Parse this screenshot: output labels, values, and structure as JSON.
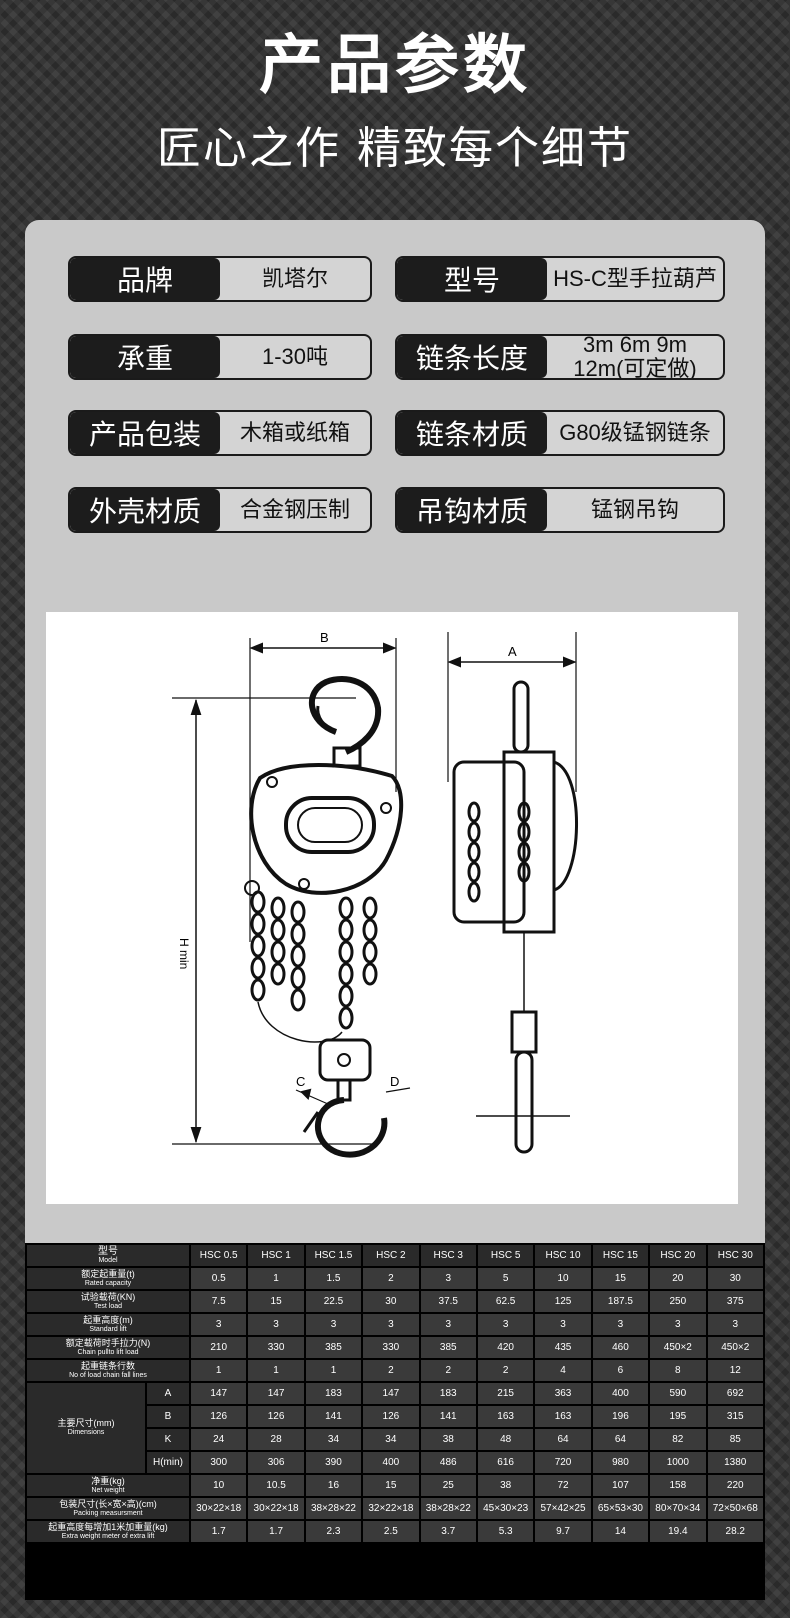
{
  "header": {
    "title": "产品参数",
    "subtitle": "匠心之作 精致每个细节"
  },
  "specs": [
    {
      "label": "品牌",
      "value": "凯塔尔"
    },
    {
      "label": "型号",
      "value": "HS-C型手拉葫芦"
    },
    {
      "label": "承重",
      "value": "1-30吨"
    },
    {
      "label": "链条长度",
      "value": "3m 6m 9m\n12m(可定做)"
    },
    {
      "label": "产品包装",
      "value": "木箱或纸箱"
    },
    {
      "label": "链条材质",
      "value": "G80级锰钢链条"
    },
    {
      "label": "外壳材质",
      "value": "合金钢压制"
    },
    {
      "label": "吊钩材质",
      "value": "锰钢吊钩"
    }
  ],
  "drawing": {
    "labels": {
      "b": "B",
      "a": "A",
      "h": "H min",
      "c": "C",
      "d": "D"
    }
  },
  "table": {
    "model_cn": "型号",
    "model_en": "Model",
    "models": [
      "HSC 0.5",
      "HSC 1",
      "HSC 1.5",
      "HSC 2",
      "HSC 3",
      "HSC 5",
      "HSC 10",
      "HSC 15",
      "HSC 20",
      "HSC 30"
    ],
    "rows": [
      {
        "cn": "额定起重量(t)",
        "en": "Rated capacity",
        "values": [
          "0.5",
          "1",
          "1.5",
          "2",
          "3",
          "5",
          "10",
          "15",
          "20",
          "30"
        ]
      },
      {
        "cn": "试验载荷(KN)",
        "en": "Test load",
        "values": [
          "7.5",
          "15",
          "22.5",
          "30",
          "37.5",
          "62.5",
          "125",
          "187.5",
          "250",
          "375"
        ]
      },
      {
        "cn": "起重高度(m)",
        "en": "Standard lift",
        "values": [
          "3",
          "3",
          "3",
          "3",
          "3",
          "3",
          "3",
          "3",
          "3",
          "3"
        ]
      },
      {
        "cn": "额定载荷时手拉力(N)",
        "en": "Chain pullto lift load",
        "values": [
          "210",
          "330",
          "385",
          "330",
          "385",
          "420",
          "435",
          "460",
          "450×2",
          "450×2"
        ]
      },
      {
        "cn": "起重链条行数",
        "en": "No of load chain fall lines",
        "values": [
          "1",
          "1",
          "1",
          "2",
          "2",
          "2",
          "4",
          "6",
          "8",
          "12"
        ]
      }
    ],
    "dim_cn": "主要尺寸(mm)",
    "dim_en": "Dimensions",
    "dims": [
      {
        "k": "A",
        "values": [
          "147",
          "147",
          "183",
          "147",
          "183",
          "215",
          "363",
          "400",
          "590",
          "692"
        ]
      },
      {
        "k": "B",
        "values": [
          "126",
          "126",
          "141",
          "126",
          "141",
          "163",
          "163",
          "196",
          "195",
          "315"
        ]
      },
      {
        "k": "K",
        "values": [
          "24",
          "28",
          "34",
          "34",
          "38",
          "48",
          "64",
          "64",
          "82",
          "85"
        ]
      },
      {
        "k": "H(min)",
        "values": [
          "300",
          "306",
          "390",
          "400",
          "486",
          "616",
          "720",
          "980",
          "1000",
          "1380"
        ]
      }
    ],
    "rows2": [
      {
        "cn": "净重(kg)",
        "en": "Net weight",
        "values": [
          "10",
          "10.5",
          "16",
          "15",
          "25",
          "38",
          "72",
          "107",
          "158",
          "220"
        ]
      },
      {
        "cn": "包装尺寸(长×宽×高)(cm)",
        "en": "Packing measursment",
        "values": [
          "30×22×18",
          "30×22×18",
          "38×28×22",
          "32×22×18",
          "38×28×22",
          "45×30×23",
          "57×42×25",
          "65×53×30",
          "80×70×34",
          "72×50×68"
        ]
      },
      {
        "cn": "起重高度每增加1米加重量(kg)",
        "en": "Extra weight meter of extra lift",
        "values": [
          "1.7",
          "1.7",
          "2.3",
          "2.5",
          "3.7",
          "5.3",
          "9.7",
          "14",
          "19.4",
          "28.2"
        ]
      }
    ]
  }
}
